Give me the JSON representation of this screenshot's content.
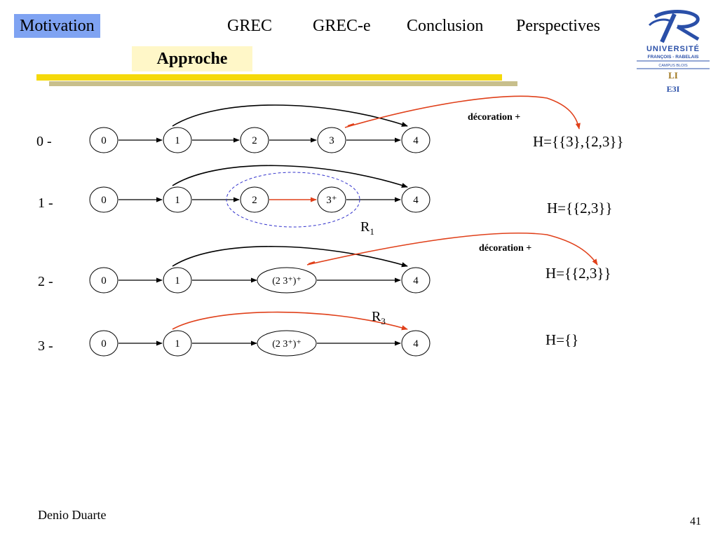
{
  "nav": {
    "motivation": "Motivation",
    "grec": "GREC",
    "grec_e": "GREC-e",
    "conclusion": "Conclusion",
    "perspectives": "Perspectives",
    "subtab": "Approche"
  },
  "logo": {
    "university": "UNIVERSITÉ",
    "campus": "FRANÇOIS - RABELAIS",
    "sub": "CAMPUS BLOIS",
    "li": "LI",
    "emi": "E3I"
  },
  "rows": [
    {
      "label": "0 -",
      "nodes": [
        "0",
        "1",
        "2",
        "3",
        "4"
      ],
      "h": "H={{3},{2,3}}"
    },
    {
      "label": "1 -",
      "nodes": [
        "0",
        "1",
        "2",
        "3⁺",
        "4"
      ],
      "h": "H={{2,3}}"
    },
    {
      "label": "2 -",
      "nodes": [
        "0",
        "1",
        "(2 3⁺)⁺",
        "4"
      ],
      "h": "H={{2,3}}"
    },
    {
      "label": "3 -",
      "nodes": [
        "0",
        "1",
        "(2 3⁺)⁺",
        "4"
      ],
      "h": "H={}"
    }
  ],
  "annotations": {
    "decoration_1": "décoration +",
    "decoration_2": "décoration +",
    "r1": "R",
    "r1_sub": "1",
    "r3": "R",
    "r3_sub": "3"
  },
  "colors": {
    "accent_red": "#e0401a",
    "highlight_blue": "#7fa3f2",
    "dashed_blue": "#3333cc",
    "yellow": "#f5d90a"
  },
  "footer": {
    "author": "Denio Duarte",
    "page": "41"
  }
}
